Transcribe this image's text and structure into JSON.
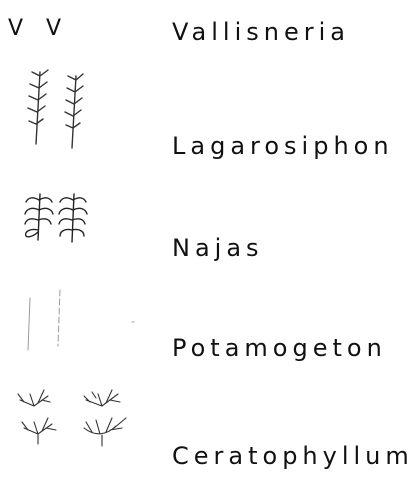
{
  "legend": {
    "items": [
      {
        "symbol_name": "vallisneria-symbol",
        "symbol_text": "V V",
        "label": "Vallisneria"
      },
      {
        "symbol_name": "lagarosiphon-symbol",
        "label": "Lagarosiphon"
      },
      {
        "symbol_name": "najas-symbol",
        "label": "Najas"
      },
      {
        "symbol_name": "potamogeton-symbol",
        "label": "Potamogeton"
      },
      {
        "symbol_name": "ceratophyllum-symbol",
        "label": "Ceratophyllum"
      }
    ]
  }
}
